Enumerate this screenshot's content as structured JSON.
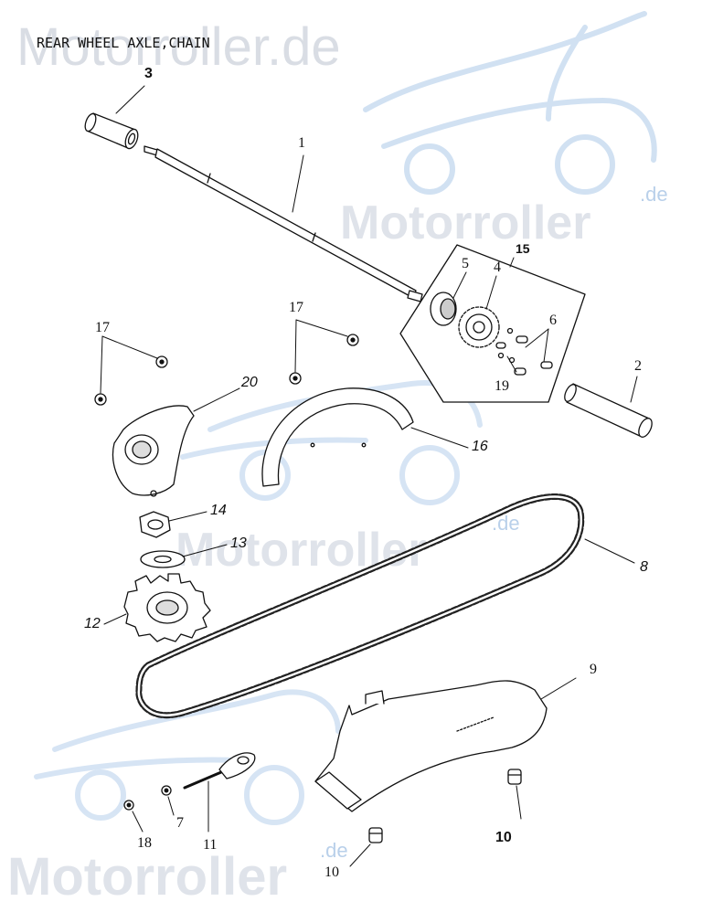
{
  "title": "REAR WHEEL AXLE,CHAIN",
  "watermarks": {
    "top": "Motorroller.de",
    "mid": "Motorroller",
    "mid_suffix": ".de",
    "center": "Motorroller",
    "center_suffix": ".de",
    "bottom": "Motorroller",
    "bottom_suffix": ".de"
  },
  "colors": {
    "ink": "#111111",
    "watermark_text": "#d9dde4",
    "watermark_logo": "#c6daf0"
  },
  "callouts": {
    "n1": "1",
    "n2": "2",
    "n3": "3",
    "n4": "4",
    "n5": "5",
    "n6": "6",
    "n7": "7",
    "n8": "8",
    "n9": "9",
    "n10a": "10",
    "n10b": "10",
    "n11": "11",
    "n12": "12",
    "n13": "13",
    "n14": "14",
    "n15": "15",
    "n16": "16",
    "n17a": "17",
    "n17b": "17",
    "n18": "18",
    "n19": "19",
    "n20": "20"
  }
}
